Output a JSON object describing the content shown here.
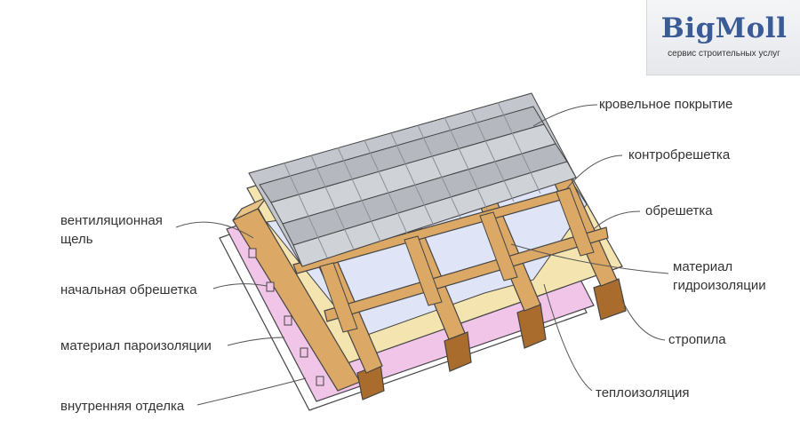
{
  "logo": {
    "name": "BigMoll",
    "tagline": "сервис строительных услуг"
  },
  "labels": {
    "roof_covering": "кровельное покрытие",
    "counter_batten": "контробрешетка",
    "batten": "обрешетка",
    "waterproofing_1": "материал",
    "waterproofing_2": "гидроизоляции",
    "rafters": "стропила",
    "insulation": "теплоизоляция",
    "ventilation_gap_1": "вентиляционная",
    "ventilation_gap_2": "щель",
    "initial_batten": "начальная обрешетка",
    "vapor_barrier": "материал пароизоляции",
    "interior_finish": "внутренняя отделка"
  },
  "colors": {
    "wood": "#dba865",
    "wood_dark": "#a96c2c",
    "insulation": "#f4e4b0",
    "membrane": "#dfe5f6",
    "vapor": "#f0c5e7",
    "metal": "#b9bcc2",
    "leader": "#555555",
    "logo_blue": "#3a5b95"
  }
}
